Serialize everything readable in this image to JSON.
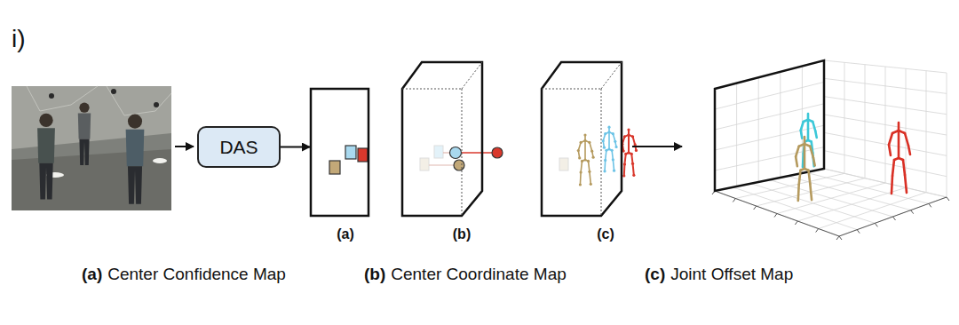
{
  "diagram": {
    "nodes": [
      {
        "text": [
          "DAS"
        ]
      },
      {
        "text": [
          "(a)"
        ]
      },
      {
        "text": [
          "(b)"
        ]
      },
      {
        "text": [
          "(c)"
        ]
      }
    ],
    "edges": [
      {
        "from": 0,
        "to": 1,
        "arrow": "to"
      }
    ],
    "labels": [
      "i)",
      "(a)",
      "Center Confidence Map",
      "(b)",
      "Center Coordinate Map",
      "(c)",
      "Joint Offset Map"
    ]
  }
}
